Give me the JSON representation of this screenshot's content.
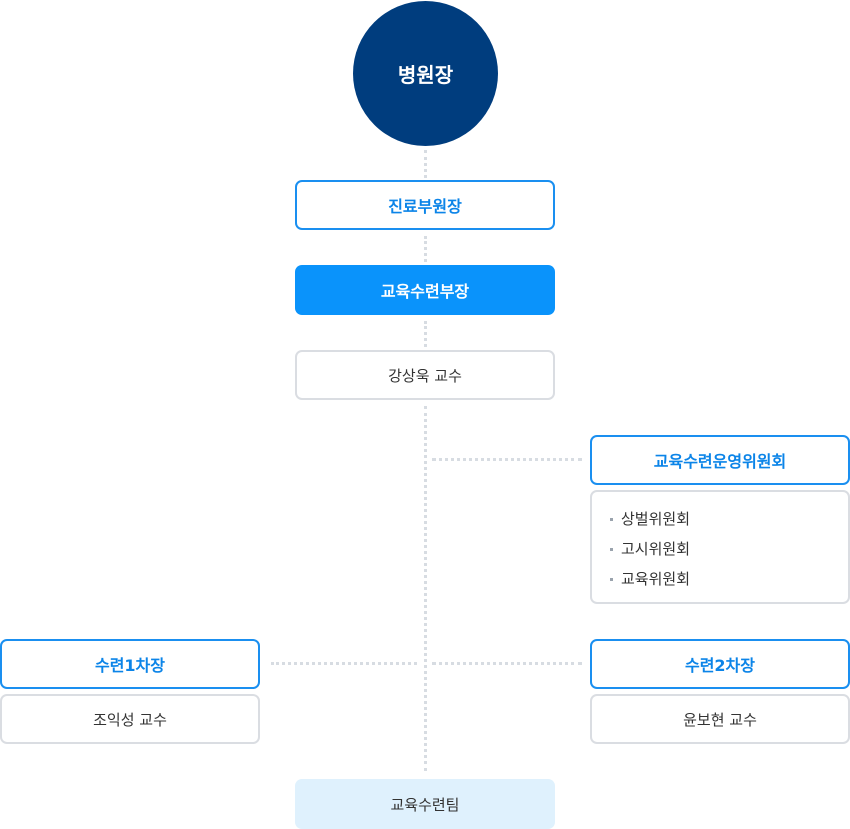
{
  "director": "병원장",
  "deputy_medical": "진료부원장",
  "education_head": {
    "title": "교육수련부장",
    "person": "강상욱 교수"
  },
  "committee": {
    "title": "교육수련운영위원회",
    "items": [
      "상벌위원회",
      "고시위원회",
      "교육위원회"
    ]
  },
  "training_1": {
    "title": "수련1차장",
    "person": "조익성 교수"
  },
  "training_2": {
    "title": "수련2차장",
    "person": "윤보현 교수"
  },
  "team": "교육수련팀",
  "colors": {
    "director_bg": "#003d7e",
    "accent_blue": "#0a93fb",
    "outline_blue": "#1a8ff0",
    "team_bg": "#dff1fd",
    "connector": "#d7dce2"
  }
}
